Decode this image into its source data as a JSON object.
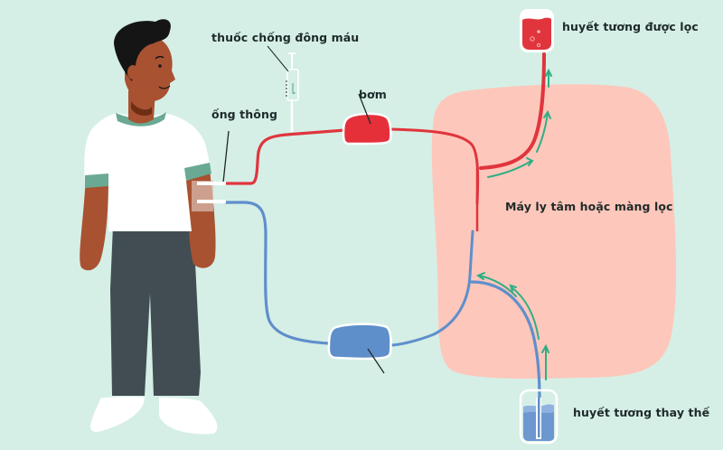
{
  "diagram": {
    "title": "Plasma exchange (plasmapheresis) process",
    "colors": {
      "background": "#d5efe6",
      "machine": "#fec7bb",
      "blood_tube": "#e0353d",
      "return_tube": "#5f8fcb",
      "flow_arrow": "#2fae84",
      "pump": "#e5303a",
      "reservoir": "#5f8fcb",
      "skin": "#a85232",
      "hair": "#151515",
      "shirt": "#ffffff",
      "shirt_trim": "#6aaa94",
      "pants": "#414d52",
      "text": "#1e2a2a"
    },
    "labels": {
      "anticoagulant": "thuốc chống đông máu",
      "catheter": "ống thông",
      "pump": "bơm",
      "filtered_plasma": "huyết tương được lọc",
      "machine": "Máy ly tâm hoặc màng lọc",
      "replacement_plasma": "huyết tương thay thế"
    },
    "icons": {
      "person": "person-illustration",
      "syringe": "syringe-icon",
      "pump": "pump-icon",
      "reservoir": "blood-reservoir-icon",
      "filtered_bag": "filtered-plasma-bag-icon",
      "replacement_bag": "replacement-plasma-bag-icon",
      "machine": "centrifuge-machine-icon",
      "arrows": "flow-arrow-icon"
    }
  }
}
